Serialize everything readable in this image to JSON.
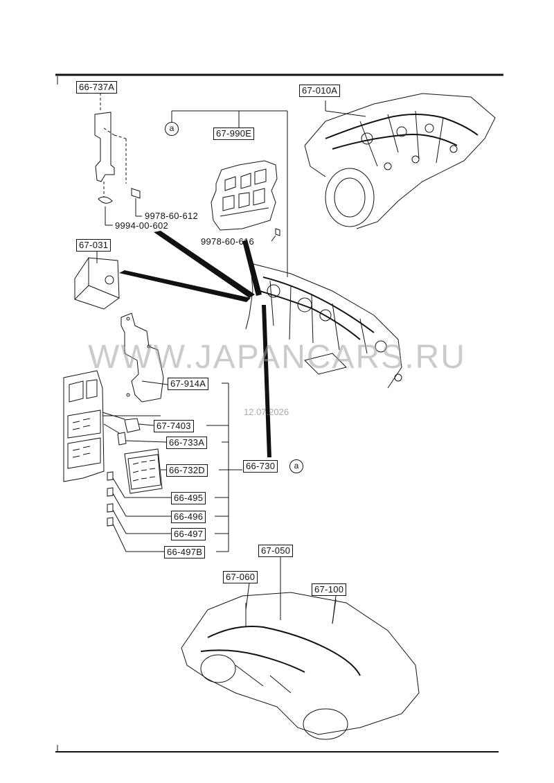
{
  "labels": {
    "p66_737A": "66-737A",
    "p67_010A": "67-010A",
    "p67_990E": "67-990E",
    "b9978_60_612": "9978-60-612",
    "b9994_00_602": "9994-00-602",
    "b9978_60_616": "9978-60-616",
    "p67_031": "67-031",
    "p67_914A": "67-914A",
    "p67_7403": "67-7403",
    "p66_733A": "66-733A",
    "p66_732D": "66-732D",
    "p66_730": "66-730",
    "p66_495": "66-495",
    "p66_496": "66-496",
    "p66_497": "66-497",
    "p66_497B": "66-497B",
    "p67_050": "67-050",
    "p67_060": "67-060",
    "p67_100": "67-100"
  },
  "callout": {
    "a_top": "a",
    "a_right": "a"
  },
  "watermark": "WWW.JAPANCARS.RU",
  "date": "12.07.2026",
  "colors": {
    "ink": "#111111",
    "watermark": "#a0a0a0"
  }
}
